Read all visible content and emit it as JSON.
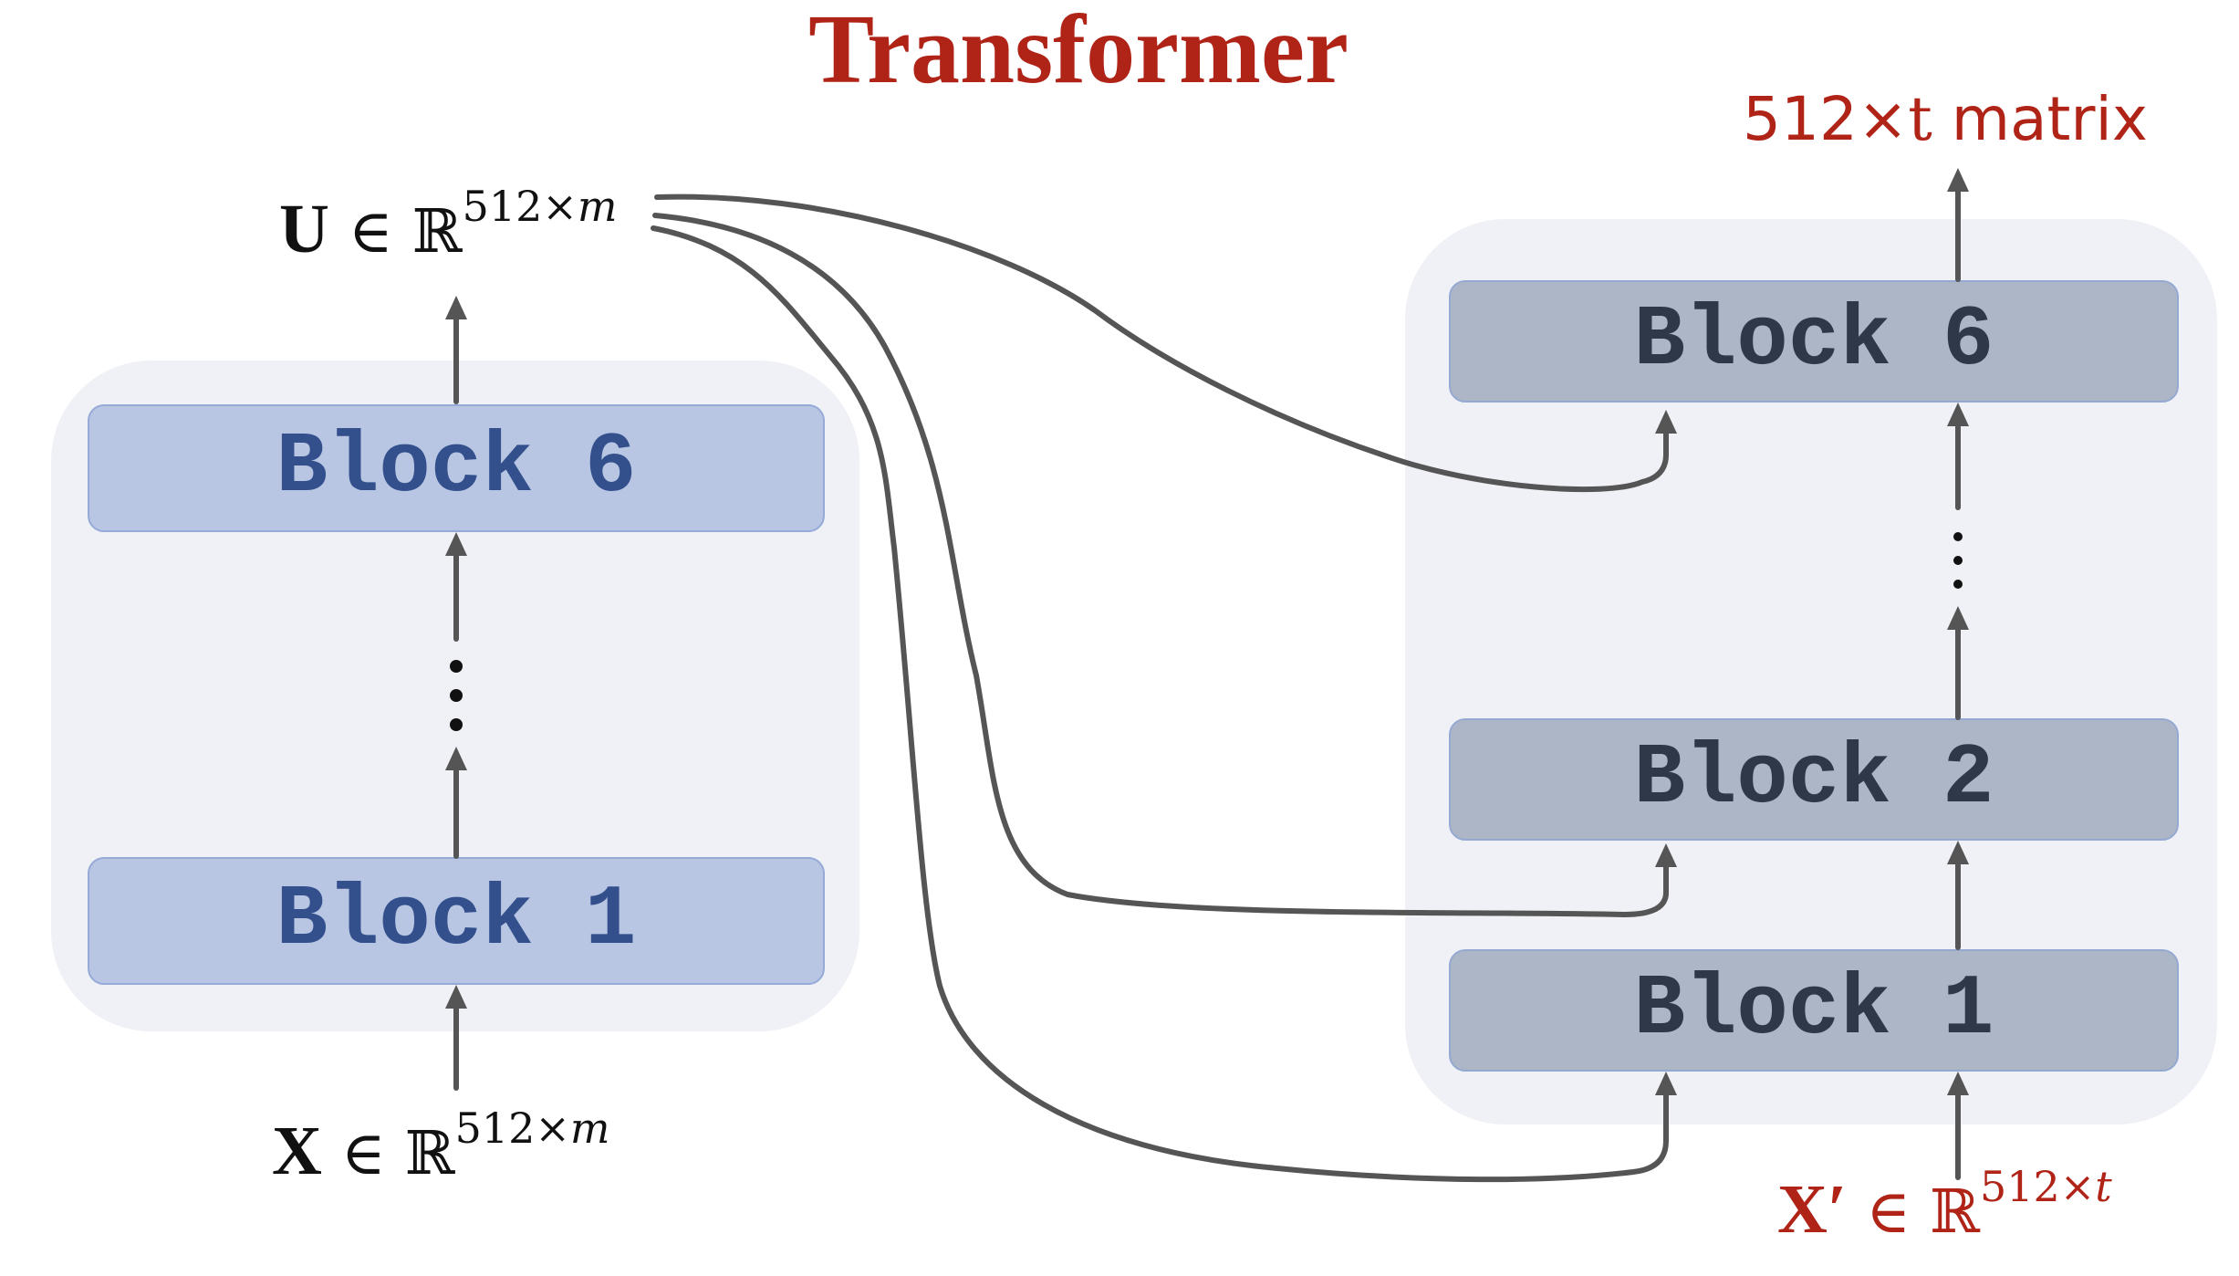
{
  "title": "Transformer",
  "encoder": {
    "blocks": [
      "Block 6",
      "Block 1"
    ],
    "input": {
      "symbol": "X",
      "member": " ∈ ℝ",
      "sup_num": "512×",
      "sup_var": "m"
    },
    "output": {
      "symbol": "U",
      "member": " ∈ ℝ",
      "sup_num": "512×",
      "sup_var": "m"
    },
    "ellipsis": "⋮"
  },
  "decoder": {
    "blocks": [
      "Block 6",
      "Block 2",
      "Block 1"
    ],
    "input": {
      "symbol": "X′",
      "member": " ∈ ℝ",
      "sup_num": "512×",
      "sup_var": "t"
    },
    "output": {
      "pre": "512×",
      "var": "t",
      "post": " matrix"
    },
    "ellipsis": "⋮"
  },
  "colors": {
    "title_red": "#b02418",
    "encoder_block": "#b8c6e4",
    "encoder_text": "#34508c",
    "decoder_block": "#adb6c6",
    "decoder_text": "#2e3848",
    "panel_bg": "#eff1f6",
    "connector": "#555555"
  }
}
